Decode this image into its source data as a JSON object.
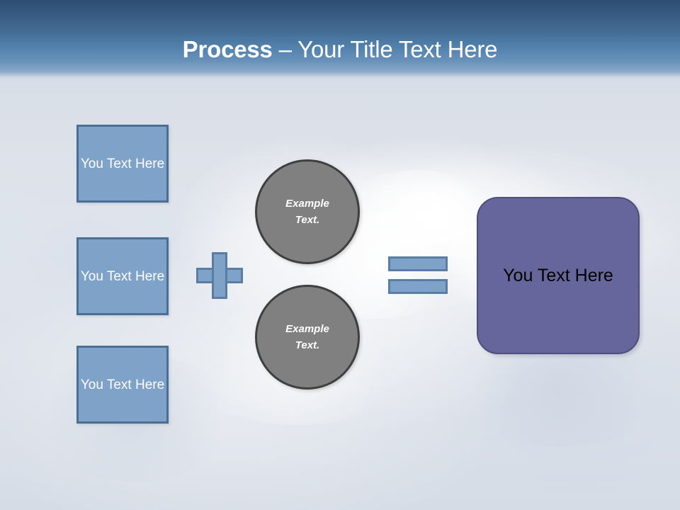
{
  "slide": {
    "title": {
      "bold_part": "Process",
      "rest_part": " – Your Title Text Here"
    },
    "inputs": [
      {
        "label": "You Text Here"
      },
      {
        "label": "You Text Here"
      },
      {
        "label": "You Text Here"
      }
    ],
    "operators": {
      "plus": "plus-sign",
      "equals": "equals-sign"
    },
    "circles": [
      {
        "line1": "Example",
        "line2": "Text."
      },
      {
        "line1": "Example",
        "line2": "Text."
      }
    ],
    "result": {
      "label": "You Text Here"
    },
    "colors": {
      "title_band_top": "#2d4e73",
      "title_band_bottom": "#8aa8c6",
      "box_fill": "#7fa2c8",
      "box_border": "#4a6e94",
      "circle_fill": "#808080",
      "circle_border": "#3f3f3f",
      "result_fill": "#66669c",
      "result_border": "#4e4e7a",
      "title_text": "#ffffff",
      "result_text": "#000000",
      "background": "#dfe3ea"
    }
  }
}
